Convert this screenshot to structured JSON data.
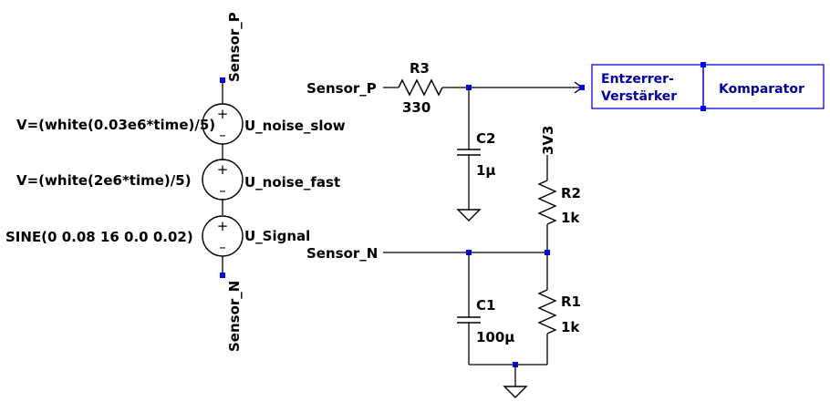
{
  "net_labels": {
    "sensor_p_top": "Sensor_P",
    "sensor_n_bottom": "Sensor_N",
    "sensor_p_input": "Sensor_P",
    "sensor_n_input": "Sensor_N",
    "supply": "3V3"
  },
  "sources": [
    {
      "name": "U_noise_slow",
      "expr": "V=(white(0.03e6*time)/5)"
    },
    {
      "name": "U_noise_fast",
      "expr": "V=(white(2e6*time)/5)"
    },
    {
      "name": "U_Signal",
      "expr": "SINE(0 0.08 16 0.0 0.02)"
    }
  ],
  "components": {
    "r3": {
      "name": "R3",
      "value": "330"
    },
    "c2": {
      "name": "C2",
      "value": "1µ"
    },
    "r2": {
      "name": "R2",
      "value": "1k"
    },
    "r1": {
      "name": "R1",
      "value": "1k"
    },
    "c1": {
      "name": "C1",
      "value": "100µ"
    }
  },
  "blocks": {
    "equalizer_line1": "Entzerrer-",
    "equalizer_line2": "Verstärker",
    "comparator": "Komparator"
  },
  "symbols": {
    "plus": "+",
    "minus": "–"
  },
  "colors": {
    "wire": "#000000",
    "block": "#0000ff",
    "block_text": "#0000aa"
  }
}
